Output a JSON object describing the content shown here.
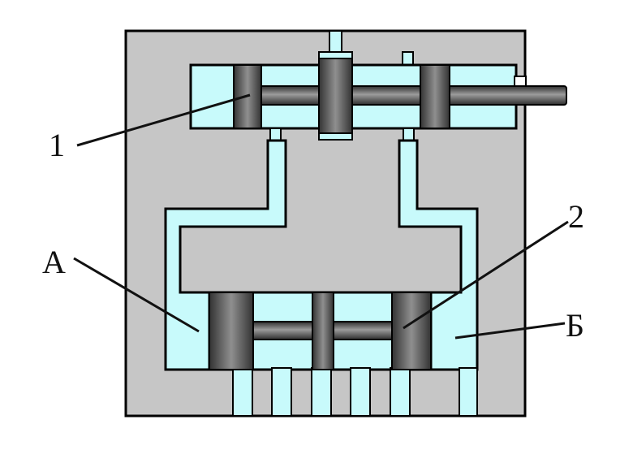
{
  "labels": {
    "pilot_valve": "1",
    "main_valve": "2",
    "port_a": "А",
    "port_b": "Б"
  },
  "colors": {
    "housing": "#c6c6c6",
    "channel": "#c8fafb",
    "outline": "#000000",
    "spool_dark": "#3e3e3e",
    "spool_light": "#9a9a9a",
    "background": "#ffffff"
  }
}
